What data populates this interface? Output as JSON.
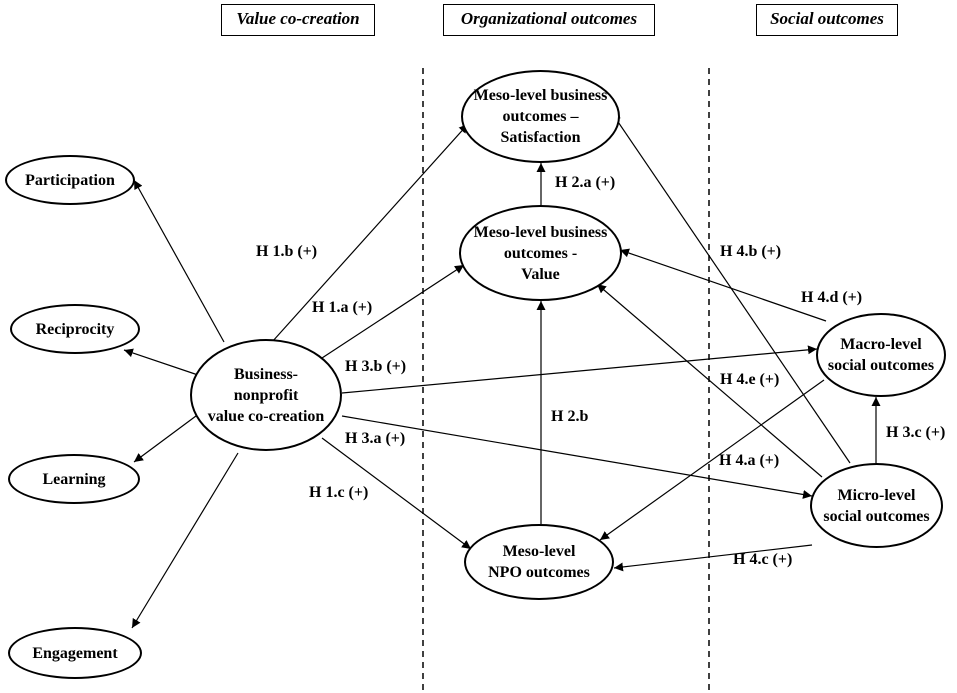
{
  "headers": {
    "value": "Value co-creation",
    "org": "Organizational outcomes",
    "social": "Social outcomes"
  },
  "nodes": {
    "participation": "Participation",
    "reciprocity": "Reciprocity",
    "learning": "Learning",
    "engagement": "Engagement",
    "center": "Business-\nnonprofit\nvalue co-creation",
    "satisfaction": "Meso-level business\noutcomes –\nSatisfaction",
    "value": "Meso-level business\noutcomes -\nValue",
    "npo": "Meso-level\nNPO outcomes",
    "macro": "Macro-level\nsocial outcomes",
    "micro": "Micro-level\nsocial outcomes"
  },
  "hypotheses": {
    "h1b": "H 1.b (+)",
    "h1a": "H 1.a (+)",
    "h3b": "H 3.b (+)",
    "h3a": "H 3.a (+)",
    "h1c": "H 1.c (+)",
    "h2a": "H 2.a (+)",
    "h2b": "H 2.b",
    "h4b": "H 4.b (+)",
    "h4d": "H 4.d (+)",
    "h4e": "H 4.e (+)",
    "h4a": "H 4.a (+)",
    "h3c": "H 3.c (+)",
    "h4c": "H 4.c (+)"
  }
}
